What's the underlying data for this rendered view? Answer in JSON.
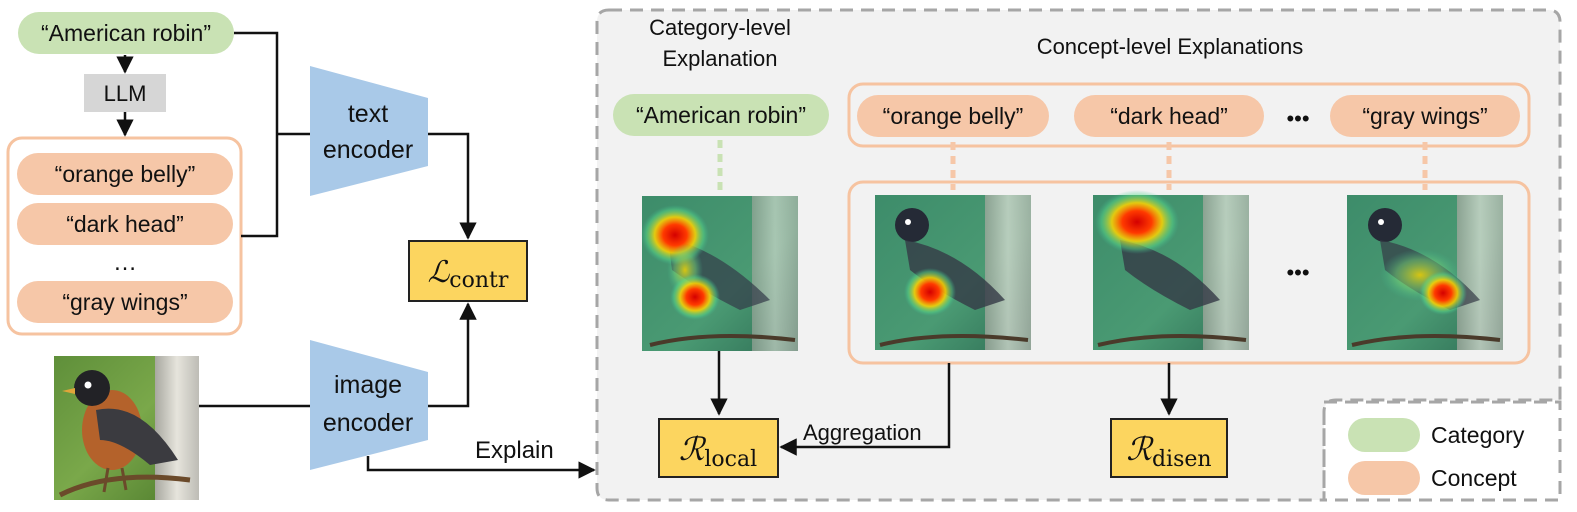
{
  "colors": {
    "category_fill": "#c9e2b4",
    "concept_fill": "#f6c7a8",
    "concept_border": "#f6c3a0",
    "llm_fill": "#d6d6d6",
    "encoder_fill": "#a9c9e8",
    "loss_fill": "#fcd55f",
    "explain_panel_fill": "#f2f2f2",
    "explain_panel_border": "#a6a6a6"
  },
  "left": {
    "category_label": "“American robin”",
    "llm_label": "LLM",
    "concepts": [
      "“orange belly”",
      "“dark head”",
      "“gray wings”"
    ],
    "concepts_ellipsis": "…",
    "text_encoder": [
      "text",
      "encoder"
    ],
    "image_encoder": [
      "image",
      "encoder"
    ],
    "loss_symbol": "ℒ",
    "loss_sub": "contr",
    "explain_label": "Explain",
    "input_image": "robin-photo"
  },
  "right": {
    "category_heading": [
      "Category-level",
      "Explanation"
    ],
    "concept_heading": "Concept-level Explanations",
    "category_label": "“American robin”",
    "concepts": [
      "“orange belly”",
      "“dark head”",
      "“gray wings”"
    ],
    "concepts_ellipsis": "•••",
    "maps_ellipsis": "•••",
    "r_symbol": "ℛ",
    "r_local_sub": "local",
    "r_disen_sub": "disen",
    "aggregation_label": "Aggregation"
  },
  "legend": [
    {
      "label": "Category",
      "color": "#c9e2b4"
    },
    {
      "label": "Concept",
      "color": "#f6c7a8"
    }
  ]
}
